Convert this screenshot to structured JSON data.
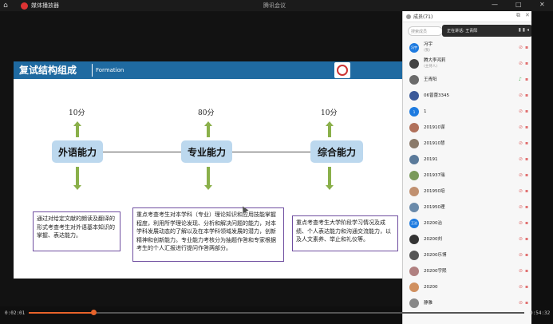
{
  "titlebar": {
    "app_name": "媒体播放器",
    "window_title": "腾讯会议",
    "min": "—",
    "max": "□",
    "close": "✕"
  },
  "slide": {
    "title": "复试结构组成",
    "title_en": "Formation",
    "pillars": [
      {
        "label": "外语能力",
        "percent": "10分",
        "desc": "通过对给定文献的朗读及翻译的形式考查考生对外语基本知识的掌握、表达能力。"
      },
      {
        "label": "专业能力",
        "percent": "80分",
        "desc": "重点考查考生对本学科（专业）理论知识和应用技能掌握程度，利用所学理论发现、分析和解决问题的能力，对本学科发展动态的了解以及在本学科领域发展的潜力，创新精神和创新能力。专业能力考核分为抽题作答和专家根据考生的个人汇报进行提问作答两部分。"
      },
      {
        "label": "综合能力",
        "percent": "10分",
        "desc": "重点考查考生大学阶段学习情况及成绩、个人表达能力和沟通交流能力，以及人文素养、举止和礼仪等。"
      }
    ]
  },
  "panel": {
    "header": "成员(71)",
    "search_placeholder": "搜索成员",
    "speaking_text": "正在讲话: 王青阳",
    "members": [
      {
        "name": "冯宇",
        "sub": "(我)",
        "color": "#1e7be0",
        "av": "冯宇"
      },
      {
        "name": "腾大李鸿莉",
        "sub": "(主持人)",
        "color": "#444",
        "av": ""
      },
      {
        "name": "王青阳",
        "sub": "",
        "color": "#6a6a6a",
        "av": ""
      },
      {
        "name": "06曾蕾3345",
        "sub": "",
        "color": "#3b5998",
        "av": ""
      },
      {
        "name": "1",
        "sub": "",
        "color": "#1e7be0",
        "av": "1"
      },
      {
        "name": "201910谋",
        "sub": "",
        "color": "#b0705a",
        "av": ""
      },
      {
        "name": "201910慧",
        "sub": "",
        "color": "#8a7a6a",
        "av": ""
      },
      {
        "name": "20191",
        "sub": "",
        "color": "#5a7a9a",
        "av": ""
      },
      {
        "name": "201937瑞",
        "sub": "",
        "color": "#7a9a5a",
        "av": ""
      },
      {
        "name": "201950培",
        "sub": "",
        "color": "#c09070",
        "av": ""
      },
      {
        "name": "201950理",
        "sub": "",
        "color": "#6a8aaa",
        "av": ""
      },
      {
        "name": "20200治",
        "sub": "",
        "color": "#1e7be0",
        "av": "王治"
      },
      {
        "name": "20200刘",
        "sub": "",
        "color": "#333",
        "av": ""
      },
      {
        "name": "20200乐博",
        "sub": "",
        "color": "#555",
        "av": ""
      },
      {
        "name": "20200宇熙",
        "sub": "",
        "color": "#b08080",
        "av": ""
      },
      {
        "name": "20200",
        "sub": "",
        "color": "#d09060",
        "av": ""
      },
      {
        "name": "静雅",
        "sub": "",
        "color": "#888",
        "av": ""
      }
    ]
  },
  "player": {
    "elapsed": "0:02:01",
    "total": "0:54:32",
    "progress_fraction": 0.13
  }
}
